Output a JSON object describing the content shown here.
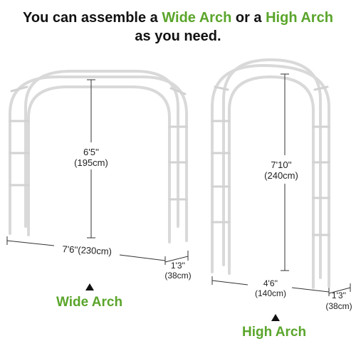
{
  "headline": {
    "part1": "You can assemble a ",
    "wide_arch": "Wide Arch",
    "part2": " or a ",
    "high_arch": "High Arch",
    "line2": "as you need."
  },
  "wide_arch": {
    "name": "Wide Arch",
    "height_ft": "6'5''",
    "height_cm": "(195cm)",
    "width_label": "7'6''(230cm)",
    "depth_ft": "1'3''",
    "depth_cm": "(38cm)"
  },
  "high_arch": {
    "name": "High Arch",
    "height_ft": "7'10''",
    "height_cm": "(240cm)",
    "width_ft": "4'6''",
    "width_cm": "(140cm)",
    "depth_ft": "1'3''",
    "depth_cm": "(38cm)"
  },
  "colors": {
    "accent_green": "#5aa52b",
    "text": "#111111",
    "tube": "#d9d9d9"
  },
  "icons": {
    "pointer": "triangle-up-icon"
  }
}
